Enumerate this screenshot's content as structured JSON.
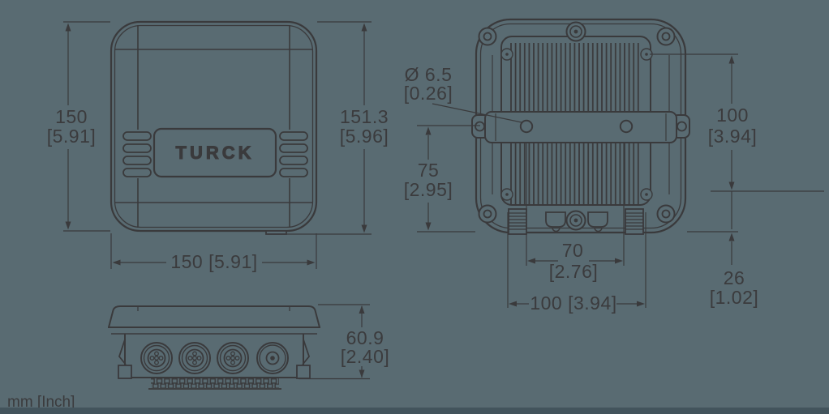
{
  "brand": "TURCK",
  "units_label": "mm [Inch]",
  "front_view": {
    "height": {
      "mm": "150",
      "inch": "[5.91]"
    },
    "height_overall": {
      "mm": "151.3",
      "inch": "[5.96]"
    },
    "width": {
      "label": "150 [5.91]"
    }
  },
  "rear_view": {
    "hole_dia": {
      "mm": "Ø 6.5",
      "inch": "[0.26]"
    },
    "mount_height": {
      "mm": "100",
      "inch": "[3.94]"
    },
    "offset": {
      "mm": "75",
      "inch": "[2.95]"
    },
    "hole_spacing": {
      "mm": "70",
      "inch": "[2.76]"
    },
    "mount_width": {
      "label": "100 [3.94]"
    },
    "depth": {
      "mm": "26",
      "inch": "[1.02]"
    }
  },
  "bottom_view": {
    "height": {
      "mm": "60.9",
      "inch": "[2.40]"
    }
  },
  "colors": {
    "background": "#596b72",
    "line": "#3a3a3c",
    "text": "#3b3b3d",
    "footer_strip": "#43545c"
  }
}
